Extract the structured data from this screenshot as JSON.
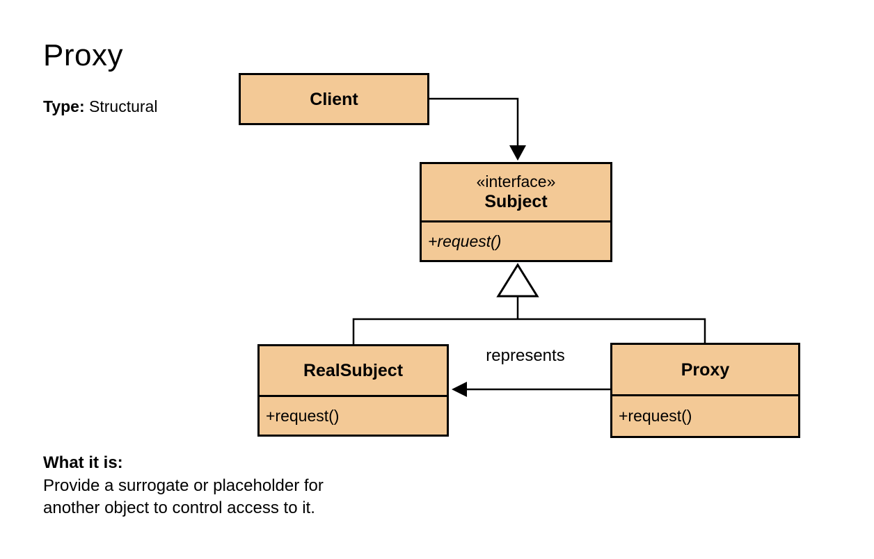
{
  "page": {
    "title": "Proxy",
    "type": {
      "label": "Type:",
      "value": "Structural"
    },
    "description": {
      "heading": "What it is:",
      "lines": [
        "Provide a surrogate or placeholder for",
        "another object to control access to it."
      ]
    }
  },
  "diagram": {
    "classes": {
      "client": {
        "name": "Client"
      },
      "subject": {
        "stereotype": "«interface»",
        "name": "Subject",
        "methods": [
          "+request()"
        ]
      },
      "real_subject": {
        "name": "RealSubject",
        "methods": [
          "+request()"
        ]
      },
      "proxy": {
        "name": "Proxy",
        "methods": [
          "+request()"
        ]
      }
    },
    "edges": [
      {
        "from": "Client",
        "to": "Subject",
        "type": "directed-association",
        "label": ""
      },
      {
        "from": "RealSubject",
        "to": "Subject",
        "type": "generalization",
        "label": ""
      },
      {
        "from": "Proxy",
        "to": "Subject",
        "type": "generalization",
        "label": ""
      },
      {
        "from": "Proxy",
        "to": "RealSubject",
        "type": "directed-association",
        "label": "represents"
      }
    ],
    "labels": {
      "represents": "represents"
    },
    "colors": {
      "class_fill": "#F3C996",
      "class_border": "#000000",
      "line": "#000000",
      "background": "#FFFFFF"
    }
  }
}
